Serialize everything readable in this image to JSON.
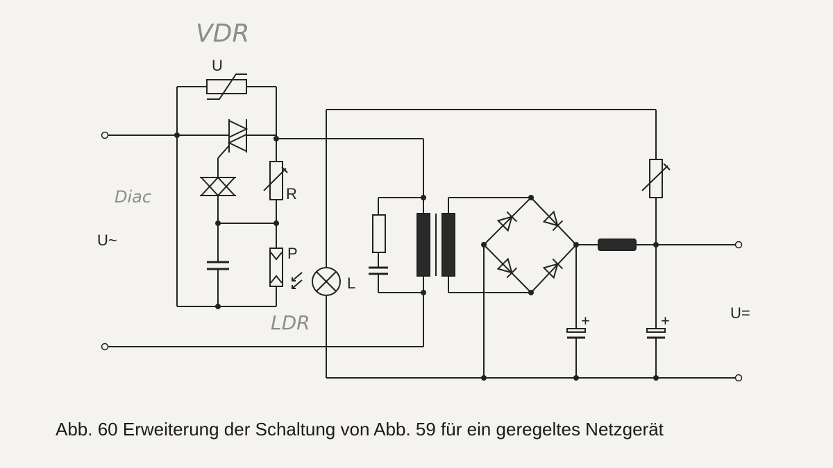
{
  "labels": {
    "vdr_note": "VDR",
    "u_varistor": "U",
    "diac_note": "Diac",
    "r_label": "R",
    "p_label": "P",
    "ldr_note": "LDR",
    "l_label": "L",
    "input_voltage": "U~",
    "output_voltage": "U=",
    "plus_c1": "+",
    "plus_c2": "+"
  },
  "caption": "Abb. 60  Erweiterung der Schaltung von Abb. 59 für ein geregeltes Netzgerät"
}
